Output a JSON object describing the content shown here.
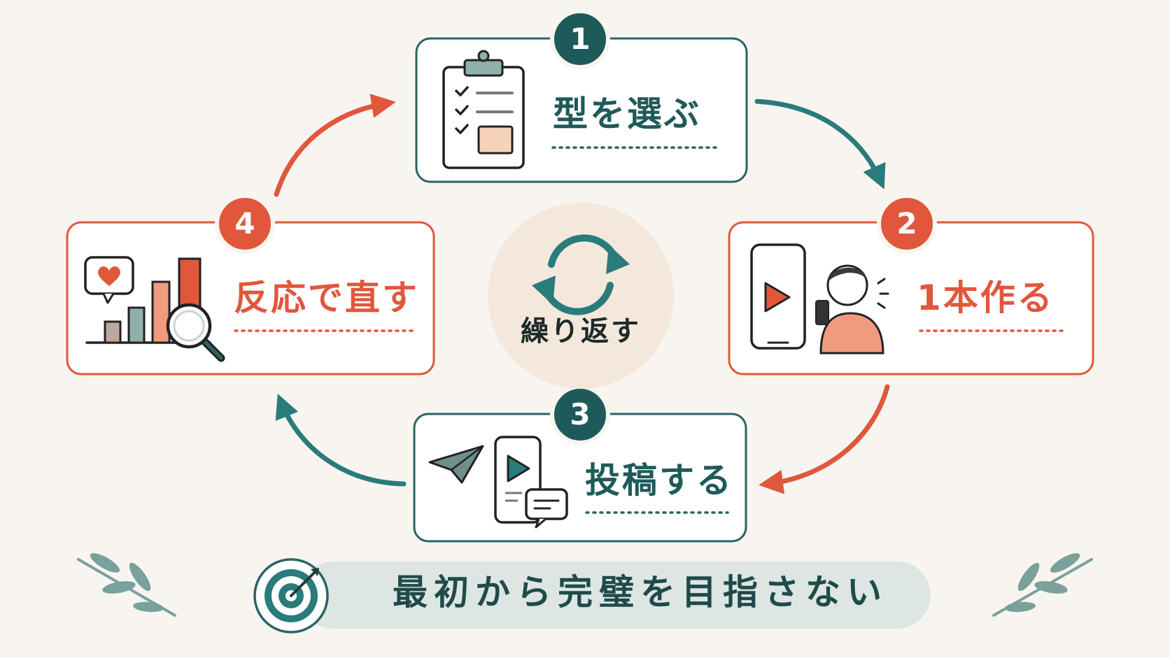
{
  "colors": {
    "teal": "#1f5a5a",
    "teal_accent": "#2a7b7b",
    "coral": "#e0573c",
    "background": "#f8f5f0",
    "center_circle": "#f4e8dc",
    "footer_pill": "#dde6e3"
  },
  "steps": [
    {
      "number": "1",
      "title": "型を選ぶ",
      "icon": "clipboard-checklist-icon"
    },
    {
      "number": "2",
      "title": "1本作る",
      "icon": "phone-video-person-icon"
    },
    {
      "number": "3",
      "title": "投稿する",
      "icon": "paper-plane-post-icon"
    },
    {
      "number": "4",
      "title": "反応で直す",
      "icon": "analytics-chart-icon"
    }
  ],
  "center": {
    "label": "繰り返す",
    "icon": "cycle-arrows-icon"
  },
  "footer": {
    "text": "最初から完璧を目指さない",
    "icon": "target-icon"
  }
}
